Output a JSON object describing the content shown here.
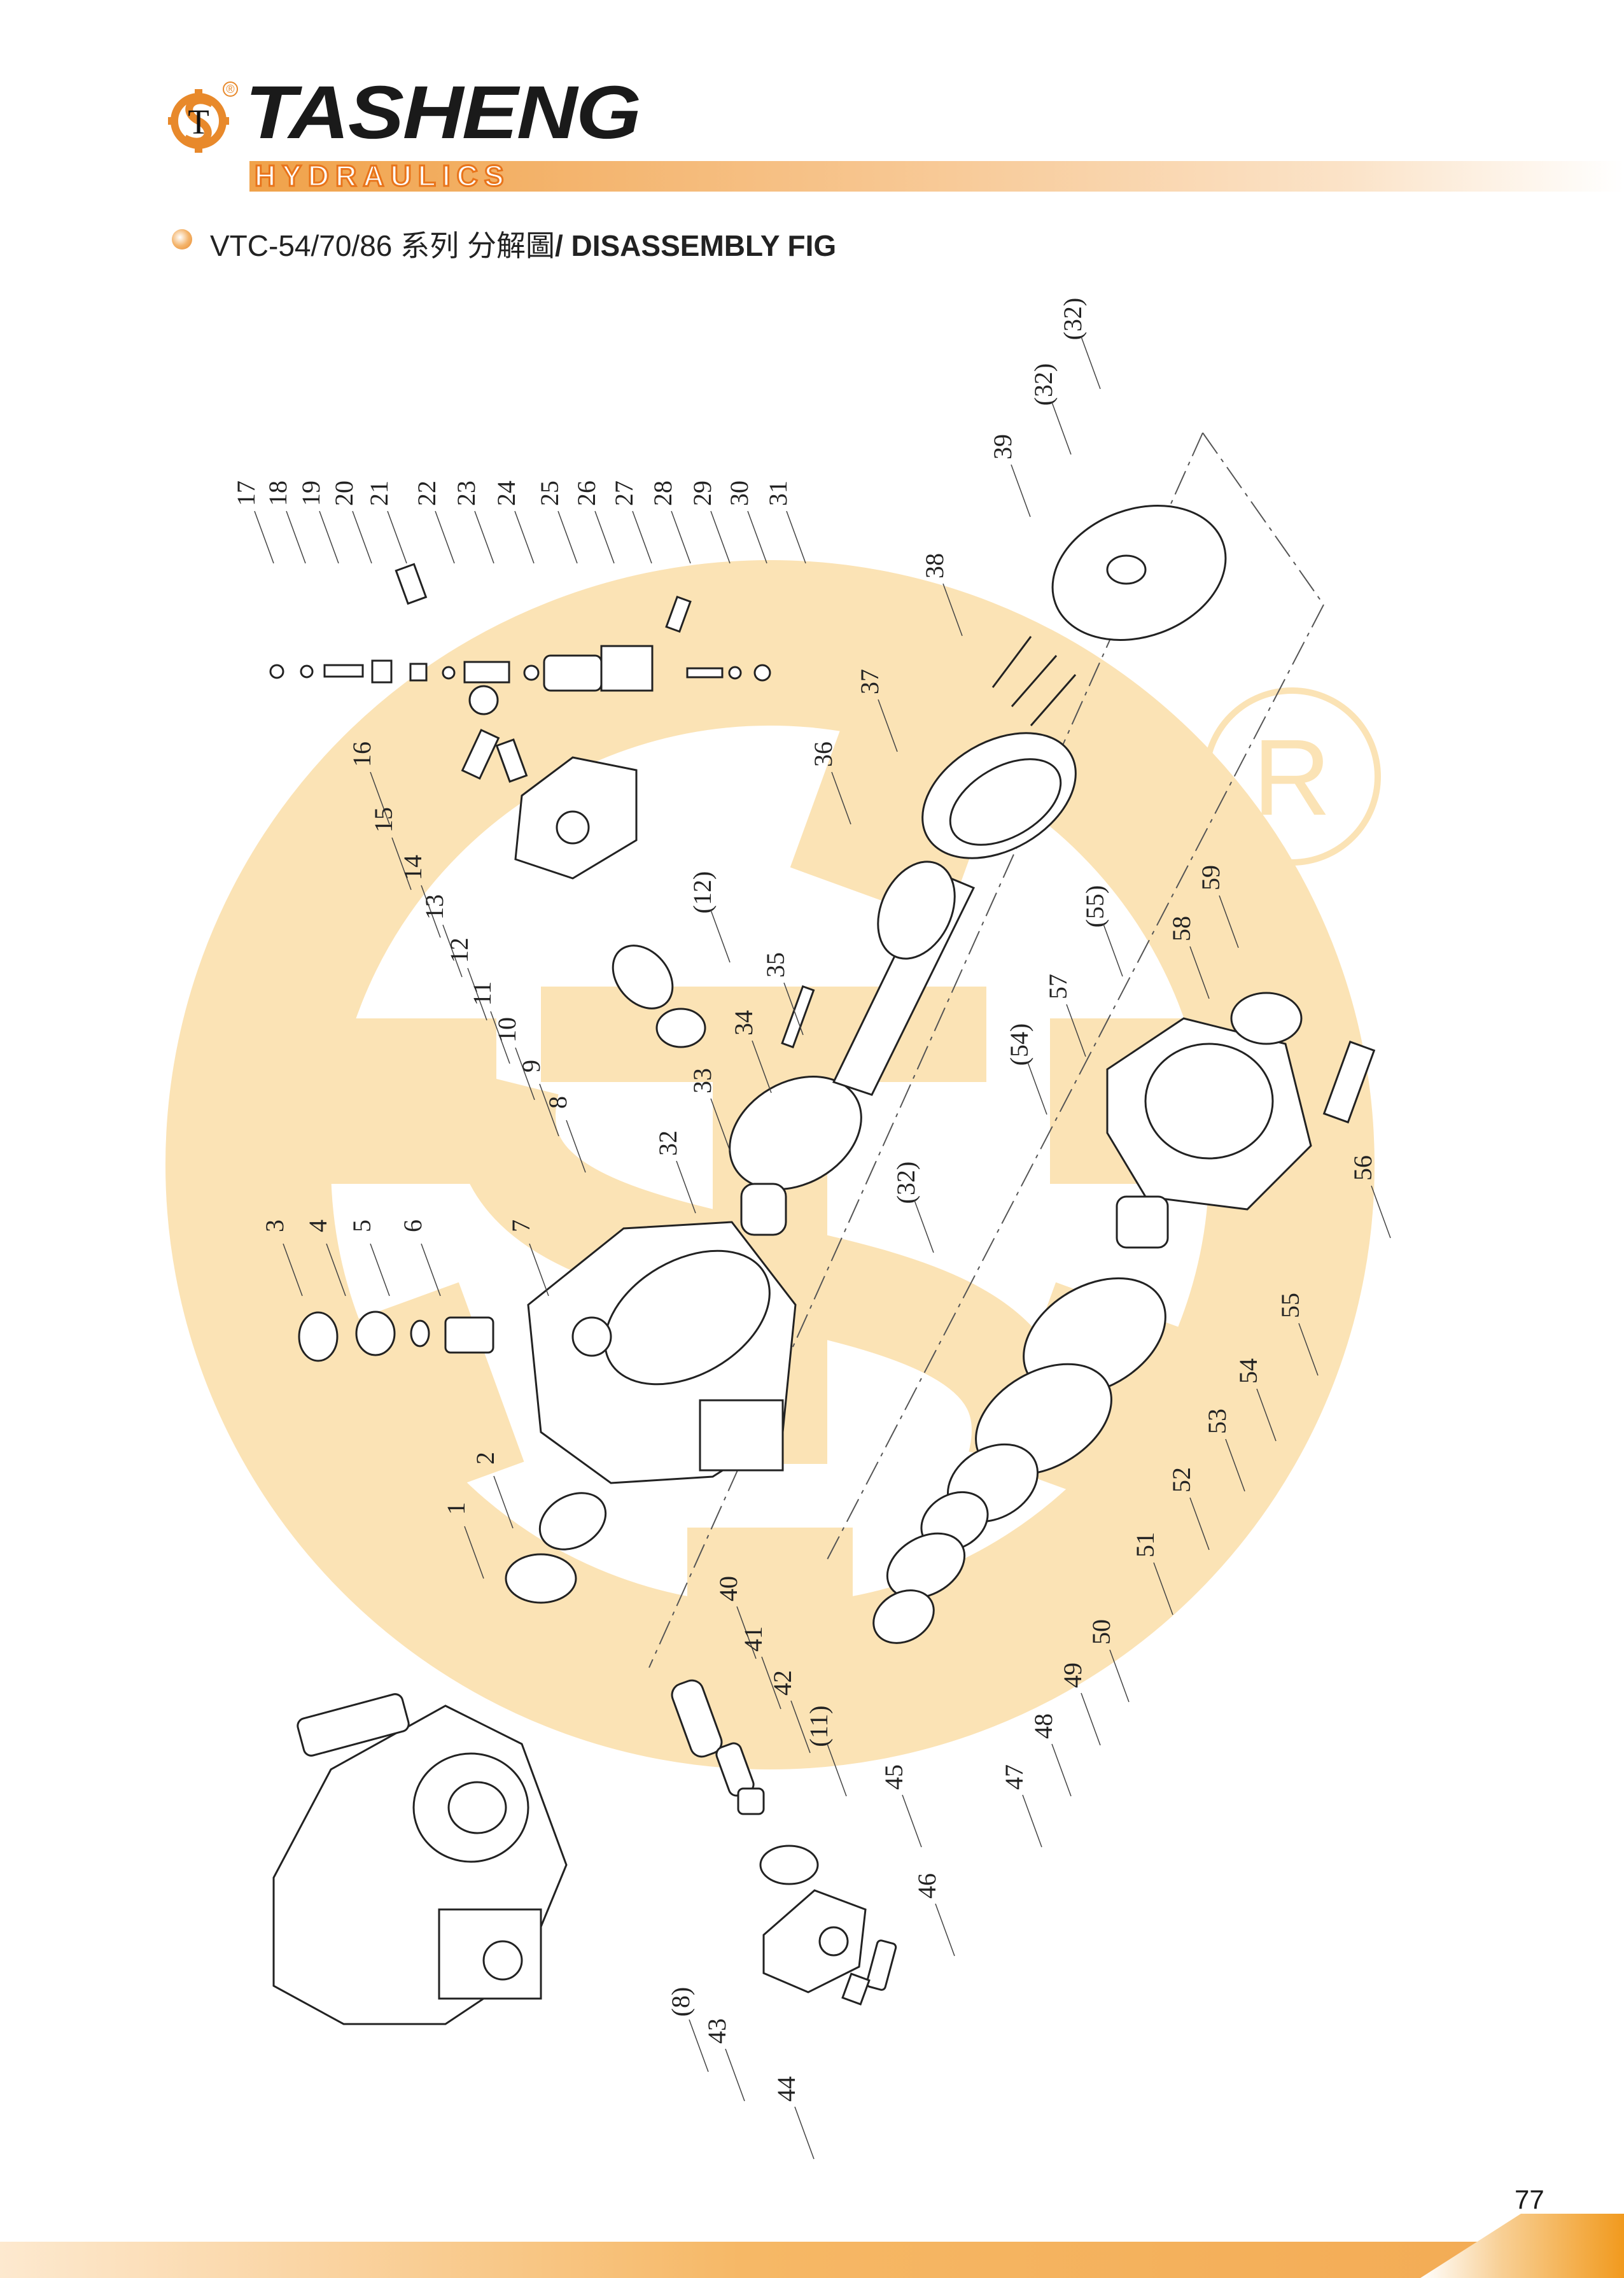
{
  "header": {
    "brand": "TASHENG",
    "brand_sub": "HYDRAULICS",
    "registered_mark": "®",
    "title_model": "VTC-54/70/86 系列 分解圖",
    "title_en": "/ DISASSEMBLY FIG"
  },
  "diagram": {
    "callouts": [
      "17",
      "18",
      "19",
      "20",
      "21",
      "22",
      "23",
      "24",
      "25",
      "26",
      "27",
      "28",
      "29",
      "30",
      "31",
      "16",
      "15",
      "14",
      "13",
      "12",
      "11",
      "10",
      "9",
      "8",
      "(12)",
      "35",
      "34",
      "33",
      "32",
      "(32)",
      "36",
      "37",
      "38",
      "39",
      "(32)",
      "(32)",
      "(55)",
      "57",
      "(54)",
      "58",
      "59",
      "56",
      "3",
      "4",
      "5",
      "6",
      "7",
      "2",
      "1",
      "55",
      "54",
      "53",
      "52",
      "51",
      "50",
      "49",
      "48",
      "47",
      "40",
      "41",
      "42",
      "(11)",
      "45",
      "46",
      "(8)",
      "43",
      "44"
    ],
    "watermark_mark": "R"
  },
  "footer": {
    "page_number": "77"
  },
  "colors": {
    "accent": "#e8892b",
    "watermark": "#fbe3b5",
    "band_dark": "#f0a24a"
  }
}
